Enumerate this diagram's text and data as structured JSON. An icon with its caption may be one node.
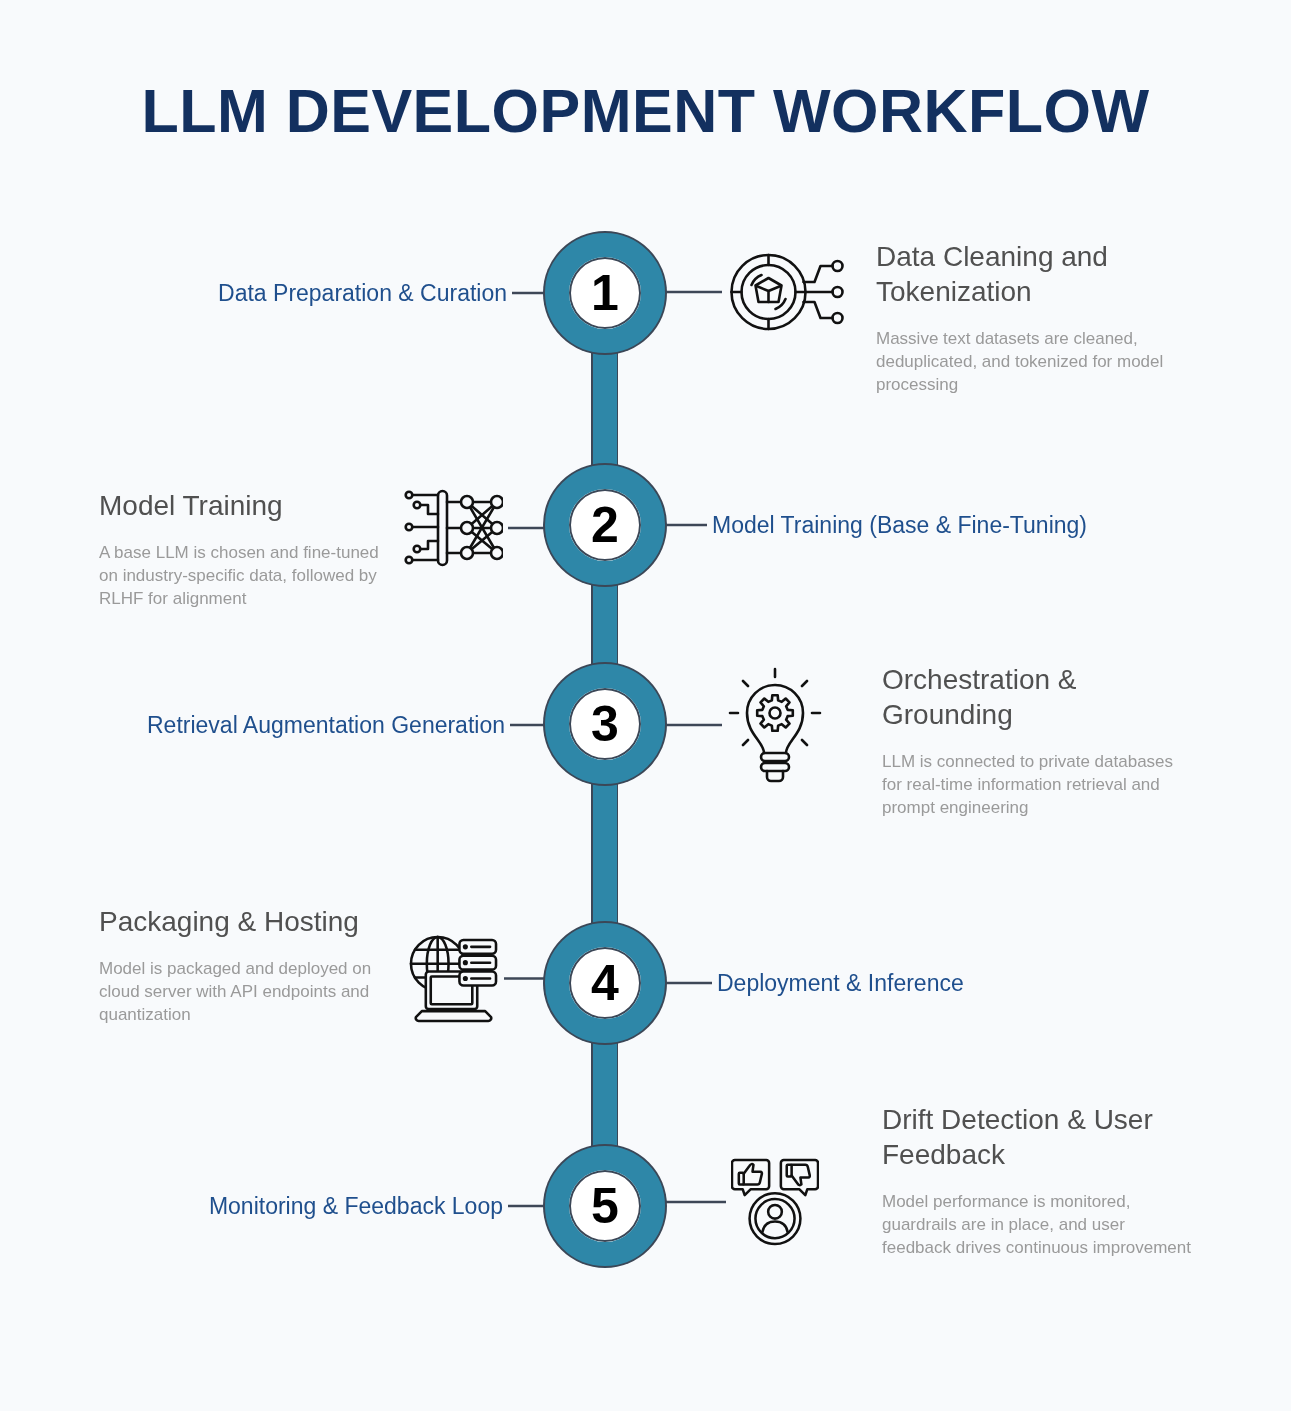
{
  "diagram": {
    "title": "LLM DEVELOPMENT WORKFLOW",
    "nodes": [
      {
        "text": [
          "Data Preparation & Curation"
        ]
      },
      {
        "text": [
          "1"
        ]
      },
      {
        "text": [],
        "shape": "picture",
        "beside": [
          "Data Cleaning and Tokenization",
          "Massive text datasets are cleaned, deduplicated, and tokenized for model processing"
        ]
      },
      {
        "text": [],
        "shape": "picture",
        "beside": [
          "Model Training",
          "A base LLM is chosen and fine-tuned on industry-specific data, followed by RLHF for alignment"
        ]
      },
      {
        "text": [
          "2"
        ]
      },
      {
        "text": [
          "Model Training (Base & Fine-Tuning)"
        ]
      },
      {
        "text": [
          "Retrieval Augmentation Generation"
        ]
      },
      {
        "text": [
          "3"
        ]
      },
      {
        "text": [],
        "shape": "picture",
        "beside": [
          "Orchestration & Grounding",
          "LLM is connected to private databases for real-time information retrieval and prompt engineering"
        ]
      },
      {
        "text": [],
        "shape": "picture",
        "beside": [
          "Packaging & Hosting",
          "Model is packaged and deployed on cloud server with API endpoints and quantization"
        ]
      },
      {
        "text": [
          "4"
        ]
      },
      {
        "text": [
          "Deployment & Inference"
        ]
      },
      {
        "text": [
          "Monitoring & Feedback Loop"
        ]
      },
      {
        "text": [
          "5"
        ]
      },
      {
        "text": [],
        "shape": "picture",
        "beside": [
          "Drift Detection & User Feedback",
          "Model performance is monitored, guardrails are in place, and user feedback drives continuous improvement"
        ]
      }
    ],
    "edges": [
      {
        "from": 0,
        "to": 1,
        "arrow": "none"
      },
      {
        "from": 1,
        "to": 2,
        "arrow": "none"
      },
      {
        "from": 1,
        "to": 4,
        "arrow": "none",
        "style": "thick",
        "color": "#2e87a8"
      },
      {
        "from": 3,
        "to": 4,
        "arrow": "none"
      },
      {
        "from": 4,
        "to": 5,
        "arrow": "none"
      },
      {
        "from": 4,
        "to": 7,
        "arrow": "none",
        "style": "thick",
        "color": "#2e87a8"
      },
      {
        "from": 6,
        "to": 7,
        "arrow": "none"
      },
      {
        "from": 7,
        "to": 8,
        "arrow": "none"
      },
      {
        "from": 7,
        "to": 10,
        "arrow": "none",
        "style": "thick",
        "color": "#2e87a8"
      },
      {
        "from": 9,
        "to": 10,
        "arrow": "none"
      },
      {
        "from": 10,
        "to": 11,
        "arrow": "none"
      },
      {
        "from": 10,
        "to": 13,
        "arrow": "none",
        "style": "thick",
        "color": "#2e87a8"
      },
      {
        "from": 12,
        "to": 13,
        "arrow": "none"
      },
      {
        "from": 13,
        "to": 14,
        "arrow": "none"
      }
    ]
  }
}
